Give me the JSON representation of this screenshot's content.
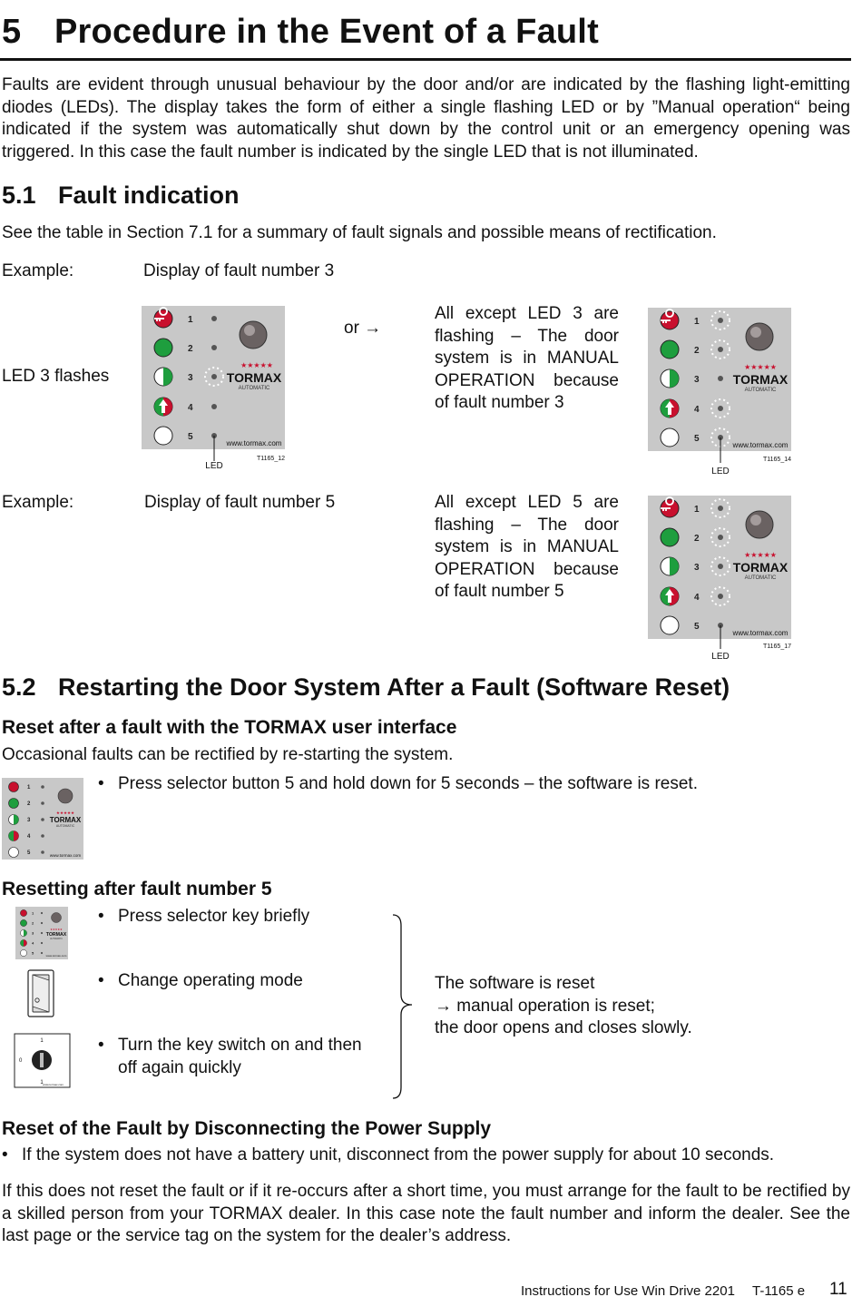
{
  "section": {
    "number": "5",
    "title": "Procedure in the Event of a Fault",
    "intro": "Faults are evident through unusual behaviour by the door and/or are indicated by the flashing light-emitting diodes (LEDs). The display takes the form of either a single flashing LED or by ”Manual operation“ being indicated if the system was automatically shut down by the control unit or an emergency opening was triggered. In this case the fault number is indicated by the single LED that is not illuminated."
  },
  "sub51": {
    "number": "5.1",
    "title": "Fault indication",
    "text": "See the table in Section 7.1 for a summary of fault signals and possible means of rectification.",
    "example_label": "Example:",
    "example1_text": "Display of fault number 3",
    "led3_flashes": "LED 3 flashes",
    "or_text": "or →",
    "example1_desc": "All except LED 3 are flashing – The door system is in MANUAL OPERATION because of fault number 3",
    "example2_text": "Display of fault number 5",
    "example2_desc": "All except LED 5 are flashing – The door system is in MANUAL OPERATION because of fault number 5",
    "led_label": "LED",
    "fig_a": "T1165_12",
    "fig_b": "T1165_14",
    "fig_c": "T1165_17"
  },
  "panel": {
    "numbers": [
      "1",
      "2",
      "3",
      "4",
      "5"
    ],
    "stars": "★★★★★",
    "brand": "TORMAX",
    "brand_sub": "AUTOMATIC",
    "url": "www.tormax.com"
  },
  "sub52": {
    "number": "5.2",
    "title": "Restarting the Door System After a Fault (Software Reset)",
    "h3_ui": "Reset after a fault with the TORMAX user interface",
    "occasional": "Occasional faults can be rectified by re-starting the system.",
    "bullet_press5": "Press selector button 5 and hold down for 5 seconds – the software is reset.",
    "h3_fault5": "Resetting after fault number 5",
    "bullet_key": "Press selector key briefly",
    "bullet_mode": "Change operating mode",
    "bullet_switch_1": "Turn the key switch on and then",
    "bullet_switch_2": "off again quickly",
    "reset_line1": "The software is reset",
    "reset_line2": "→  manual operation is reset;",
    "reset_line3": "the door opens and closes slowly.",
    "h3_power": "Reset of the Fault by Disconnecting the Power Supply",
    "bullet_power": "If the system does not have a battery unit, disconnect from the power supply for about 10 seconds.",
    "closing": "If this does not reset the fault or if it re-occurs after a short time, you must arrange for the fault to be rectified by a skilled person from your TORMAX dealer. In this case note the fault number and inform the dealer. See the last page or the service tag on the system for the dealer’s address."
  },
  "keyswitch": {
    "label_on": "1",
    "label_off": "0",
    "label_bottom": "1"
  },
  "footer": {
    "doc": "Instructions for Use Win Drive 2201",
    "code": "T-1165 e",
    "page": "11"
  },
  "colors": {
    "panel_bg": "#c8c8c8",
    "key_red": "#c8102e",
    "mode_green": "#1e9e3e",
    "brand_red": "#c8102e"
  }
}
